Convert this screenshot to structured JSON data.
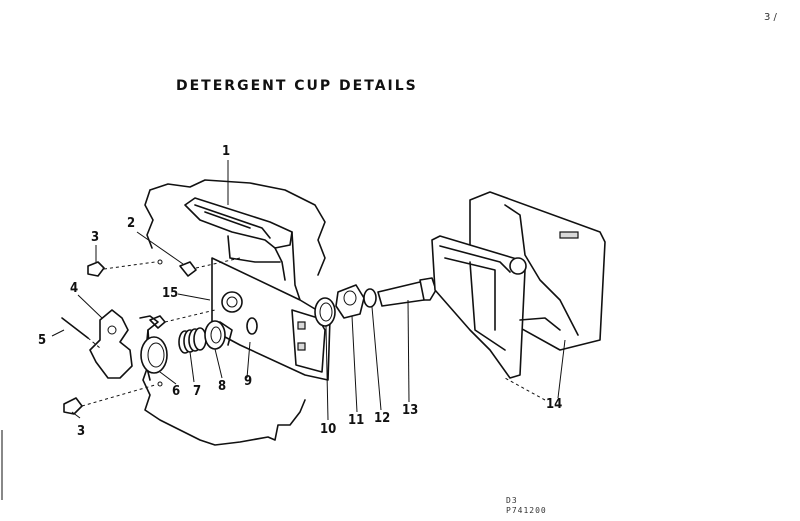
{
  "title": "DETERGENT CUP DETAILS",
  "corner_mark": "3 /",
  "drawing_code": {
    "line1": "D3",
    "line2": "P741200"
  },
  "callouts": [
    {
      "id": "1",
      "label": "1"
    },
    {
      "id": "2",
      "label": "2"
    },
    {
      "id": "3a",
      "label": "3"
    },
    {
      "id": "3b",
      "label": "3"
    },
    {
      "id": "4",
      "label": "4"
    },
    {
      "id": "5",
      "label": "5"
    },
    {
      "id": "6",
      "label": "6"
    },
    {
      "id": "7",
      "label": "7"
    },
    {
      "id": "8",
      "label": "8"
    },
    {
      "id": "9",
      "label": "9"
    },
    {
      "id": "10",
      "label": "10"
    },
    {
      "id": "11",
      "label": "11"
    },
    {
      "id": "12",
      "label": "12"
    },
    {
      "id": "13",
      "label": "13"
    },
    {
      "id": "14",
      "label": "14"
    },
    {
      "id": "15",
      "label": "15"
    }
  ]
}
